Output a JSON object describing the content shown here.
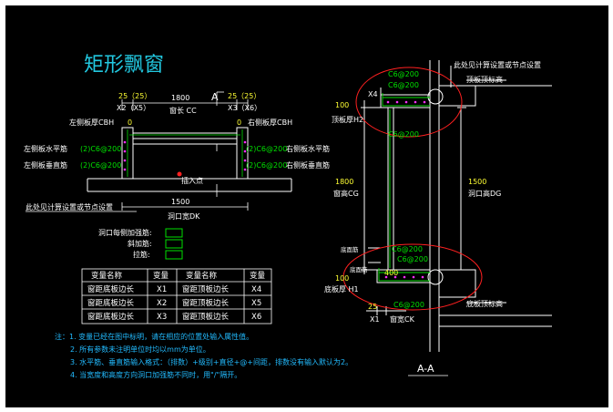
{
  "title": "矩形飘窗",
  "left_view": {
    "top_dims": {
      "left_offset": "25（25）",
      "left_var": "X2（X5）",
      "window_width": "1800",
      "window_label": "窗长 CC",
      "right_offset": "25（25）",
      "right_var": "X3（X6）",
      "section_mark": "A"
    },
    "left_slab_thickness": "左侧板厚CBH",
    "right_slab_thickness": "右侧板厚CBH",
    "zero_left": "0",
    "zero_right": "0",
    "left_horizontal_bar_label": "左侧板水平筋",
    "left_horizontal_bar_value": "(2)C6@200",
    "right_horizontal_bar_value": "(2)C6@200",
    "right_horizontal_bar_label": "右侧板水平筋",
    "left_vertical_bar_label": "左侧板垂直筋",
    "left_vertical_bar_value": "(2)C6@200",
    "right_vertical_bar_value": "(2)C6@200",
    "right_vertical_bar_label": "右侧板垂直筋",
    "insert_point": "插入点",
    "opening_width": "1500",
    "opening_label": "洞口宽DK",
    "note_calc": "此处见计算设置或节点设置"
  },
  "legend": {
    "side_reinforce": "洞口每侧加强筋:",
    "diagonal": "斜加筋:",
    "tie": "拉筋:"
  },
  "variable_table": {
    "headers": [
      "变量名称",
      "变量",
      "变量名称",
      "变量"
    ],
    "rows": [
      [
        "窗距底板边长",
        "X1",
        "窗距顶板边长",
        "X4"
      ],
      [
        "窗距底板边长",
        "X2",
        "窗距顶板边长",
        "X5"
      ],
      [
        "窗距底板边长",
        "X3",
        "窗距顶板边长",
        "X6"
      ]
    ]
  },
  "notes": [
    "注：1. 变量已经在图中标明，请在相应的位置处输入属性值。",
    "2. 所有参数未注明单位时均以mm为单位。",
    "3. 水平筋、垂直筋输入格式：（排数）+级别+直径+@+间距，排数没有输入默认为2。",
    "4. 当宽度和高度方向洞口加强筋不同时，用\"/\"隔开。"
  ],
  "section": {
    "note_calc": "此处见计算设置或节点设置",
    "top_elevation": "顶板顶标高",
    "top_bar_1": "C6@200",
    "top_bar_2": "C6@200",
    "top_bar_3": "C6@200",
    "top_thickness_value": "100",
    "top_var": "X4",
    "top_thickness_label": "顶板厚H2",
    "window_height_value": "1800",
    "window_height_label": "窗高CG",
    "opening_height_value": "1500",
    "opening_height_label": "洞口高DG",
    "bottom_bar_1": "C6@200",
    "bottom_bar_2": "C6@200",
    "bottom_bar_3": "C6@200",
    "bottom_bar_label_1": "底面筋",
    "bottom_bar_label_2": "底面筋",
    "bottom_thickness_value": "100",
    "bottom_thickness_label": "底板厚 H1",
    "bottom_elevation": "底板顶标高",
    "dim_25": "25",
    "dim_400": "400",
    "bottom_var": "X1",
    "window_width_label": "窗宽CK",
    "section_label": "A-A"
  },
  "colors": {
    "background": "#000000",
    "line": "#ffffff",
    "annotation": "#00e000",
    "dimension": "#ffff33",
    "note": "#22bbff",
    "cloud": "#ff2020",
    "rebar": "#ff30ff"
  }
}
